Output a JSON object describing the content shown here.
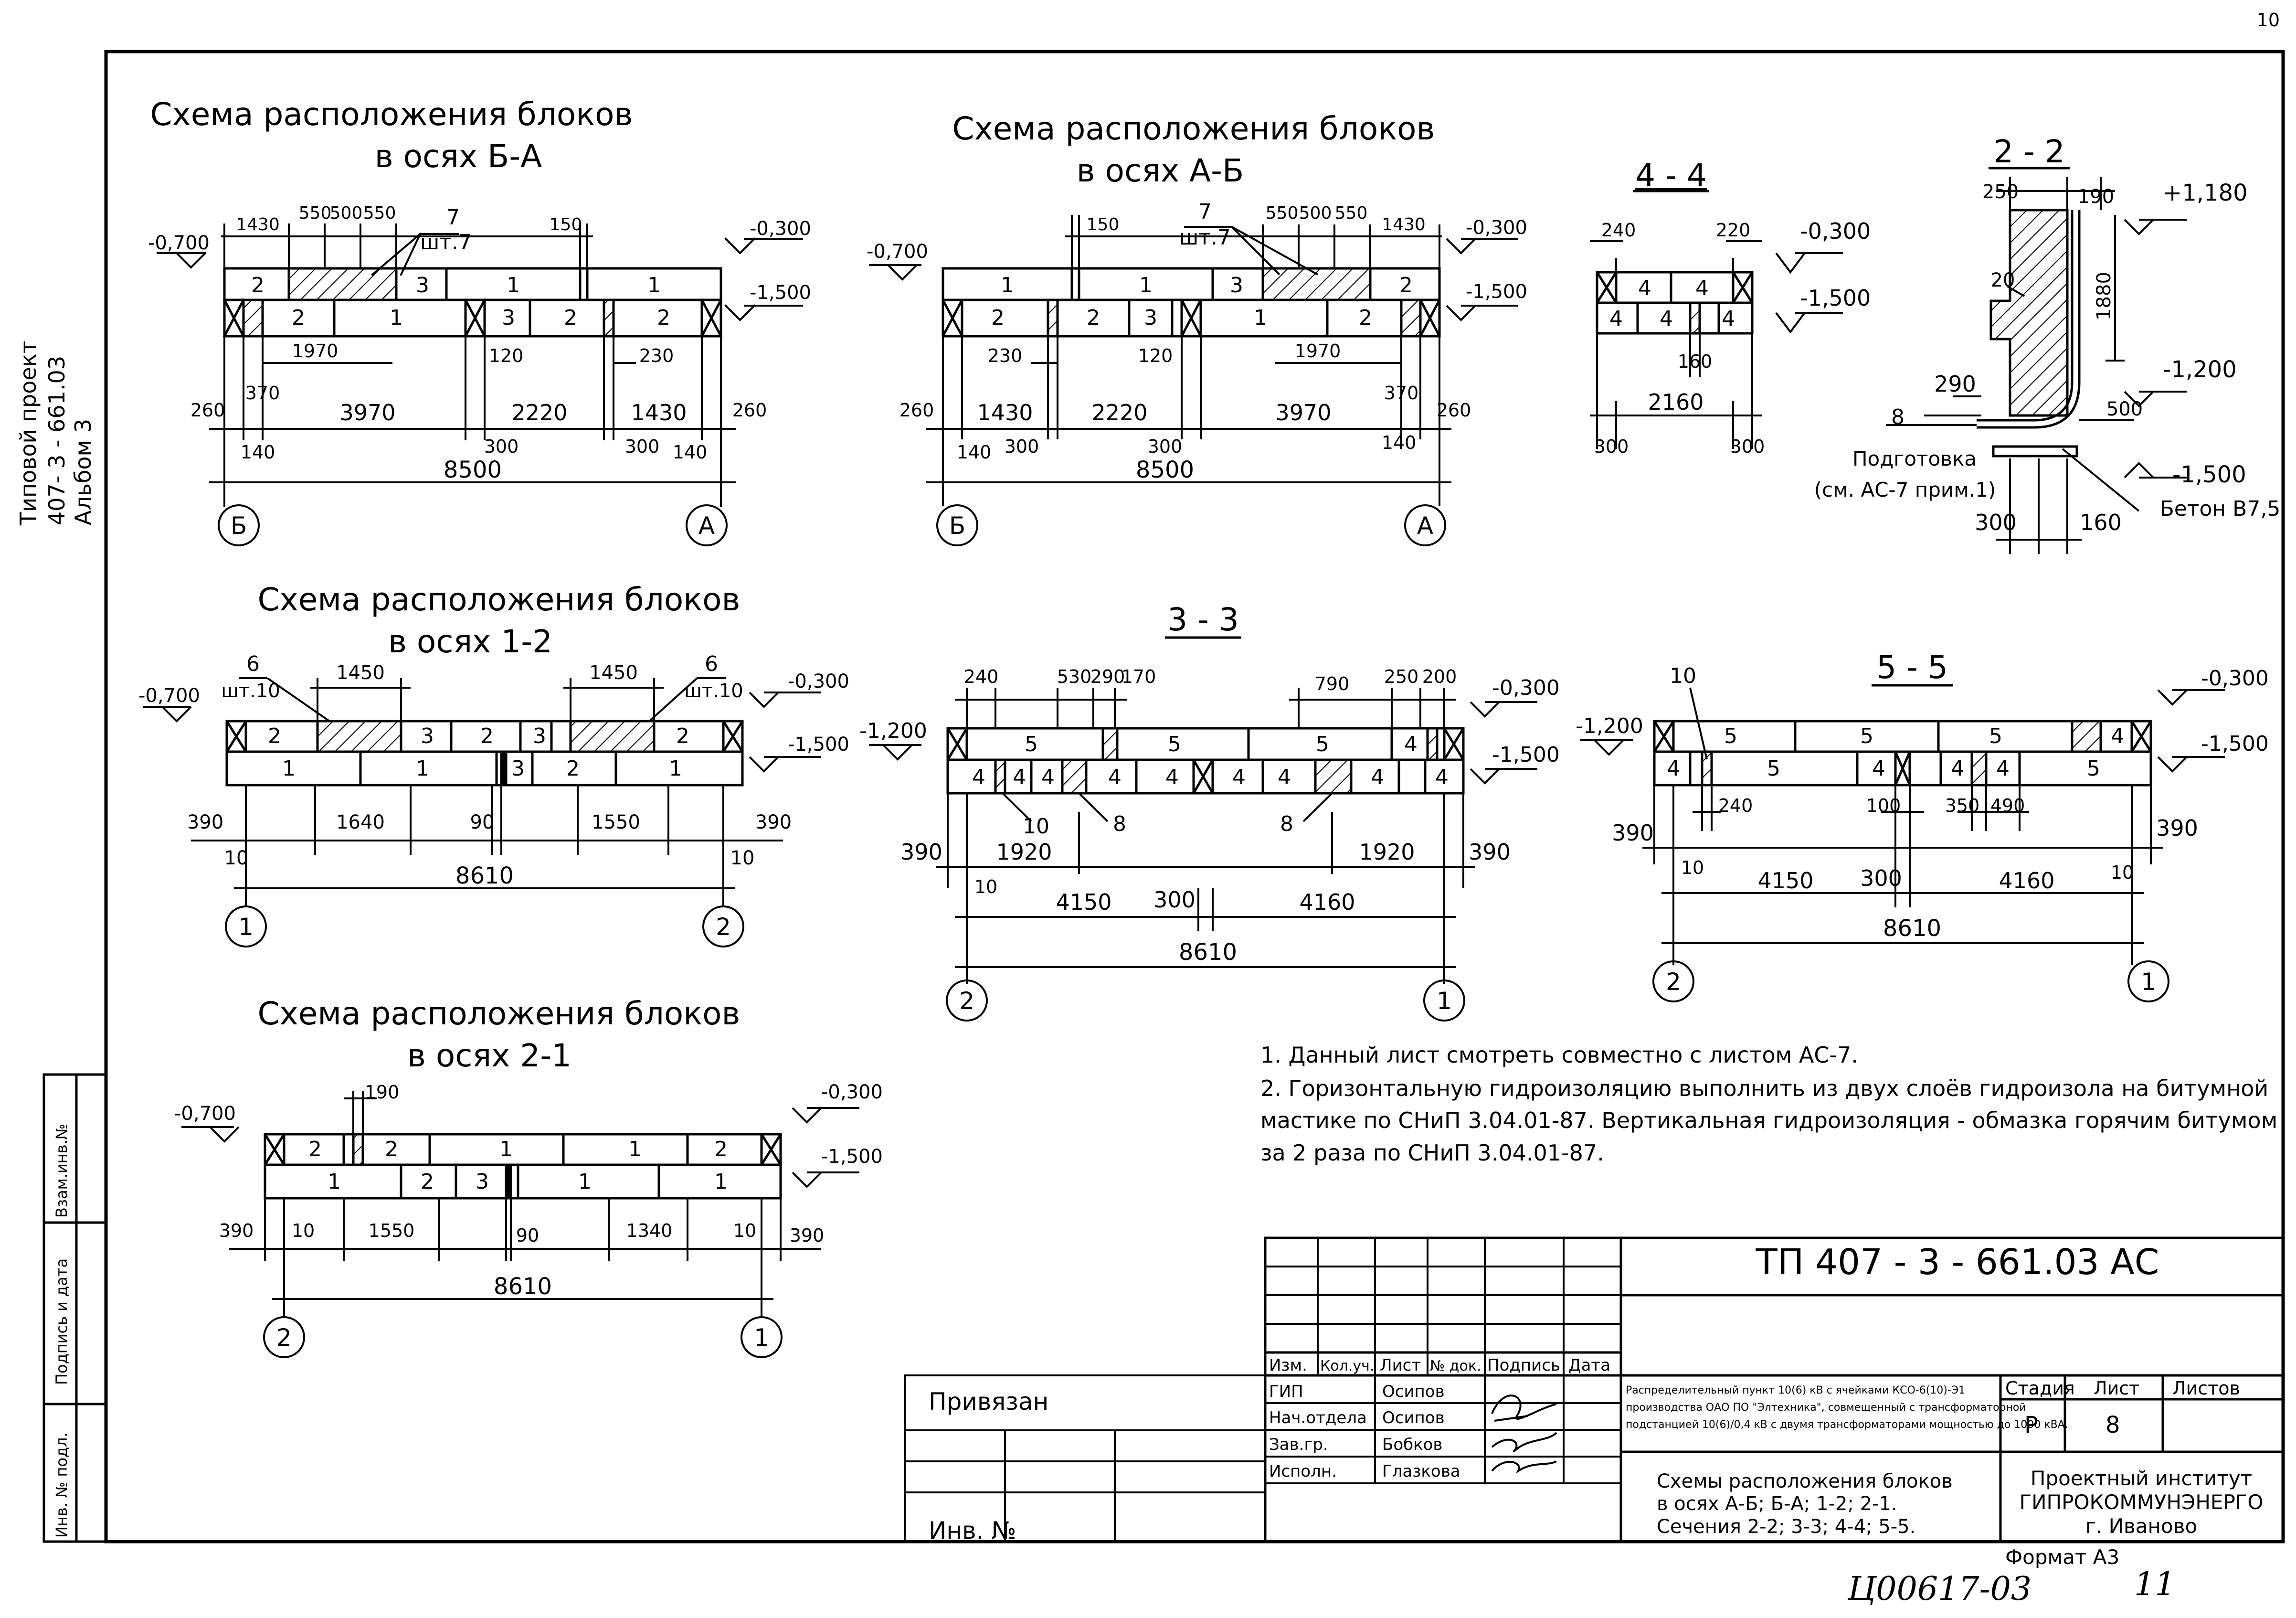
{
  "sheet_corner_number": "10",
  "side_stamp": {
    "line1": "Типовой проект",
    "line2": "407- 3 - 661.03",
    "line3": "Альбом 3"
  },
  "left_columns": {
    "vzam": "Взам.инв.№",
    "podpis": "Подпись и дата",
    "inv": "Инв. № подл."
  },
  "scheme_ba": {
    "title1": "Схема расположения блоков",
    "title2": "в осях Б-А",
    "elev_top_left": "-0,700",
    "elev_top_right": "-0,300",
    "elev_bottom": "-1,500",
    "note_num": "7",
    "note_cnt": "шт.7",
    "dims_top": [
      "1430",
      "550",
      "500",
      "550",
      "150"
    ],
    "row1": [
      "2",
      "3",
      "1",
      "1"
    ],
    "row2": [
      "2",
      "1",
      "3",
      "2",
      "2"
    ],
    "dims_mid": [
      "1970",
      "120",
      "230"
    ],
    "dims_low": [
      "260",
      "370",
      "3970",
      "2220",
      "1430",
      "260"
    ],
    "dims_low2": [
      "140",
      "300",
      "300",
      "140"
    ],
    "total": "8500",
    "axis_left": "Б",
    "axis_right": "А"
  },
  "scheme_ab": {
    "title1": "Схема расположения блоков",
    "title2": "в осях А-Б",
    "elev_top_left": "-0,700",
    "elev_top_right": "-0,300",
    "elev_bottom": "-1,500",
    "note_num": "7",
    "note_cnt": "шт.7",
    "dims_top": [
      "150",
      "550",
      "500",
      "550",
      "1430"
    ],
    "row1": [
      "1",
      "1",
      "3",
      "2"
    ],
    "row2": [
      "2",
      "2",
      "3",
      "1",
      "2"
    ],
    "dims_mid": [
      "230",
      "120",
      "1970"
    ],
    "dims_low": [
      "260",
      "1430",
      "2220",
      "3970",
      "370",
      "260"
    ],
    "dims_low2": [
      "140",
      "300",
      "300",
      "140"
    ],
    "total": "8500",
    "axis_left": "Б",
    "axis_right": "А"
  },
  "sec44": {
    "title": "4 - 4",
    "elev_top": "-0,300",
    "elev_bottom": "-1,500",
    "dims": [
      "240",
      "220",
      "160",
      "2160",
      "300",
      "300"
    ],
    "row1": [
      "4",
      "4"
    ],
    "row2": [
      "4",
      "4",
      "4"
    ]
  },
  "sec22": {
    "title": "2 - 2",
    "elev_top": "+1,180",
    "elev_mid": "-1,200",
    "elev_bottom": "-1,500",
    "dims": [
      "250",
      "190",
      "20",
      "1880",
      "290",
      "500",
      "300",
      "160"
    ],
    "mark": "8",
    "podg1": "Подготовка",
    "podg2": "(см. АС-7 прим.1)",
    "beton": "Бетон В7,5"
  },
  "scheme_12": {
    "title1": "Схема расположения блоков",
    "title2": "в осях 1-2",
    "elev_top_left": "-0,700",
    "elev_top_right": "-0,300",
    "elev_bottom": "-1,500",
    "note_left_num": "6",
    "note_left_cnt": "шт.10",
    "note_right_num": "6",
    "note_right_cnt": "шт.10",
    "dims_top": [
      "1450",
      "1450"
    ],
    "row1": [
      "2",
      "3",
      "2",
      "3",
      "2"
    ],
    "row2": [
      "1",
      "1",
      "3",
      "2",
      "1"
    ],
    "dims_low": [
      "390",
      "1640",
      "90",
      "1550",
      "390"
    ],
    "dims_ten": [
      "10",
      "10"
    ],
    "total": "8610",
    "axis_left": "1",
    "axis_right": "2"
  },
  "sec33": {
    "title": "3 - 3",
    "elev_left": "-1,200",
    "elev_top": "-0,300",
    "elev_bottom": "-1,500",
    "dims_top": [
      "240",
      "530",
      "290",
      "170",
      "790",
      "250",
      "200"
    ],
    "row1": [
      "5",
      "5",
      "5",
      "4"
    ],
    "row2": [
      "4",
      "4",
      "4",
      "4",
      "4",
      "4",
      "4",
      "4",
      "4"
    ],
    "marks": [
      "10",
      "8",
      "8"
    ],
    "dims_low": [
      "390",
      "1920",
      "1920",
      "390"
    ],
    "dims_ten": [
      "10"
    ],
    "dims_low2": [
      "4150",
      "300",
      "4160"
    ],
    "total": "8610",
    "axis_left": "2",
    "axis_right": "1"
  },
  "sec55": {
    "title": "5 - 5",
    "mark": "10",
    "elev_left": "-1,200",
    "elev_top": "-0,300",
    "elev_bottom": "-1,500",
    "row1": [
      "5",
      "5",
      "5",
      "4"
    ],
    "row2": [
      "4",
      "5",
      "4",
      "4",
      "4",
      "5"
    ],
    "dims_mid": [
      "240",
      "100",
      "350",
      "490"
    ],
    "dims_low": [
      "390",
      "390"
    ],
    "dims_ten": [
      "10",
      "10"
    ],
    "dims_low2": [
      "4150",
      "300",
      "4160"
    ],
    "total": "8610",
    "axis_left": "2",
    "axis_right": "1"
  },
  "scheme_21": {
    "title1": "Схема расположения блоков",
    "title2": "в осях 2-1",
    "elev_top_left": "-0,700",
    "elev_top_right": "-0,300",
    "elev_bottom": "-1,500",
    "dims_top": [
      "190"
    ],
    "row1": [
      "2",
      "2",
      "1",
      "1",
      "2"
    ],
    "row2": [
      "1",
      "2",
      "3",
      "1",
      "1"
    ],
    "dims_low": [
      "390",
      "10",
      "1550",
      "90",
      "1340",
      "10",
      "390"
    ],
    "total": "8610",
    "axis_left": "2",
    "axis_right": "1"
  },
  "notes": {
    "n1": "1. Данный лист смотреть совместно с листом АС-7.",
    "n2a": "2. Горизонтальную гидроизоляцию выполнить из двух слоёв гидроизола    на битумной",
    "n2b": "мастике по СНиП 3.04.01-87. Вертикальная гидроизоляция - обмазка горячим битумом",
    "n2c": "за 2 раза по СНиП 3.04.01-87."
  },
  "title_block": {
    "code": "ТП   407 - 3 - 661.03     АС",
    "cols": [
      "Изм.",
      "Кол.уч.",
      "Лист",
      "№ док.",
      "Подпись",
      "Дата"
    ],
    "roles": [
      "ГИП",
      "Нач.отдела",
      "Зав.гр.",
      "Исполн."
    ],
    "names": [
      "Осипов",
      "Осипов",
      "Бобков",
      "Глазкова"
    ],
    "object1": "Распределительный пункт 10(6) кВ с ячейками КСО-6(10)-Э1",
    "object2": "производства ОАО ПО \"Элтехника\", совмещенный с трансформаторной",
    "object3": "подстанцией 10(6)/0,4 кВ с двумя трансформаторами мощностью до 1000 кВА.",
    "sheet_title1": "Схемы расположения блоков",
    "sheet_title2": "в осях А-Б; Б-А; 1-2; 2-1.",
    "sheet_title3": "Сечения 2-2; 3-3; 4-4; 5-5.",
    "stadia_h": "Стадия",
    "list_h": "Лист",
    "listov_h": "Листов",
    "stadia": "Р",
    "list": "8",
    "org1": "Проектный институт",
    "org2": "ГИПРОКОММУНЭНЕРГО",
    "org3": "г. Иваново",
    "privyazan": "Привязан",
    "inv": "Инв. №",
    "format": "Формат А3"
  },
  "handwritten": {
    "code": "Ц00617-03",
    "num": "11"
  }
}
